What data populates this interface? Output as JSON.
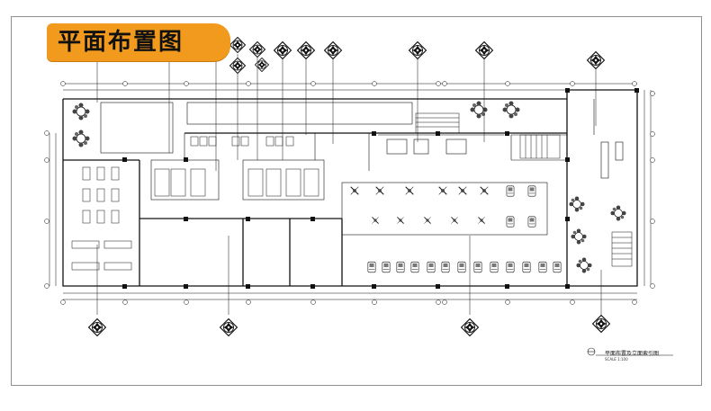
{
  "title": "平面布置图",
  "drawing_caption": "平面布置及立面索引图",
  "drawing_scale": "SCALE 1:100",
  "accent_color": "#f29a1d",
  "line_color": "#111111",
  "icons": [
    "elevation-index-marker-icon",
    "axis-bubble-icon",
    "lounge-table-set-icon",
    "fitness-machine-icon",
    "treadmill-icon",
    "stair-icon",
    "north-arrow-icon"
  ]
}
